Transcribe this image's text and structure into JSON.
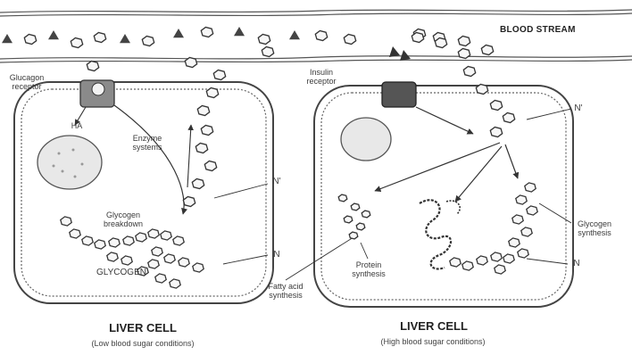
{
  "diagram": {
    "stream_label": "BLOOD STREAM",
    "left_cell": {
      "title": "LIVER CELL",
      "subtitle": "(Low blood sugar conditions)",
      "receptor_label": "Glucagon\nreceptor",
      "enzyme_label": "Enzyme\nsystems",
      "breakdown_label": "Glycogen\nbreakdown",
      "glycogen_label": "GLYCOGEN",
      "n_label": "N",
      "n_prime_label": "N'",
      "ha_label": "HA"
    },
    "right_cell": {
      "title": "LIVER CELL",
      "subtitle": "(High blood sugar conditions)",
      "receptor_label": "Insulin\nreceptor",
      "synthesis_label": "Glycogen\nsynthesis",
      "protein_label": "Protein\nsynthesis",
      "fatty_label": "Fatty acid\nsynthesis",
      "n_label": "N",
      "n_prime_label": "N'"
    }
  }
}
